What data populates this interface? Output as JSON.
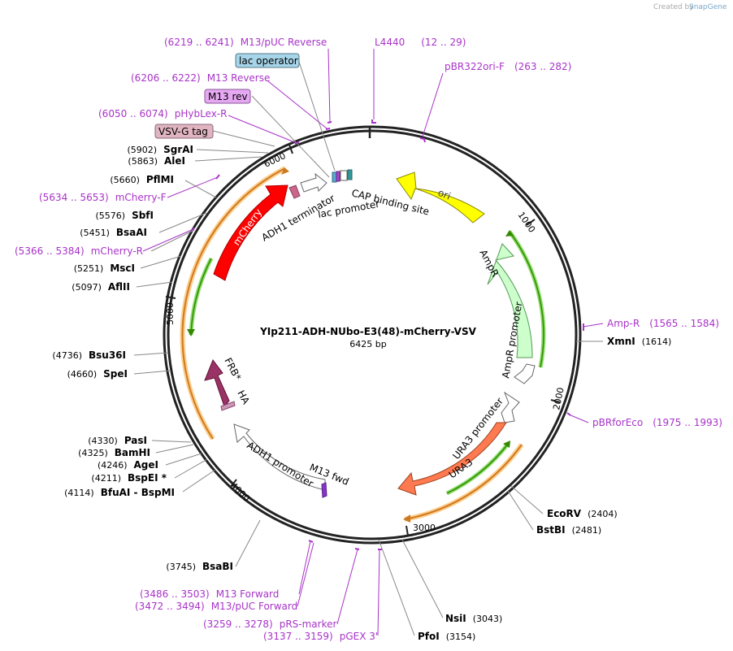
{
  "credit": {
    "prefix": "Created by",
    "brand": "SnapGene"
  },
  "plasmid": {
    "name": "YIp211-ADH-NUbo-E3(48)-mCherry-VSV",
    "size": "6425 bp"
  },
  "ticks": [
    "1000",
    "2000",
    "3000",
    "4000",
    "5000",
    "6000"
  ],
  "features": {
    "ori": "ori",
    "ampr": "AmpR",
    "ampr_promoter": "AmpR promoter",
    "ura3_promoter": "URA3 promoter",
    "ura3": "URA3",
    "adh1_promoter": "ADH1 promoter",
    "m13_fwd": "M13 fwd",
    "frb": "FRB*",
    "ha": "HA",
    "mcherry": "mCherry",
    "adh1_terminator": "ADH1 terminator",
    "lac_promoter": "lac promoter",
    "cap_site": "CAP binding site"
  },
  "boxes": {
    "lac_operator": "lac operator",
    "m13_rev": "M13 rev",
    "vsvg": "VSV-G tag"
  },
  "enzymes": [
    {
      "name": "XmnI",
      "pos": "(1614)"
    },
    {
      "name": "EcoRV",
      "pos": "(2404)"
    },
    {
      "name": "BstBI",
      "pos": "(2481)"
    },
    {
      "name": "NsiI",
      "pos": "(3043)"
    },
    {
      "name": "PfoI",
      "pos": "(3154)"
    },
    {
      "name": "BsaBI",
      "pos": "(3745)"
    },
    {
      "name": "BfuAI  -  BspMI",
      "pos": "(4114)"
    },
    {
      "name": "BspEI *",
      "pos": "(4211)"
    },
    {
      "name": "AgeI",
      "pos": "(4246)"
    },
    {
      "name": "BamHI",
      "pos": "(4325)"
    },
    {
      "name": "PasI",
      "pos": "(4330)"
    },
    {
      "name": "SpeI",
      "pos": "(4660)"
    },
    {
      "name": "Bsu36I",
      "pos": "(4736)"
    },
    {
      "name": "AflII",
      "pos": "(5097)"
    },
    {
      "name": "MscI",
      "pos": "(5251)"
    },
    {
      "name": "BsaAI",
      "pos": "(5451)"
    },
    {
      "name": "SbfI",
      "pos": "(5576)"
    },
    {
      "name": "PflMI",
      "pos": "(5660)"
    },
    {
      "name": "AleI",
      "pos": "(5863)"
    },
    {
      "name": "SgrAI",
      "pos": "(5902)"
    }
  ],
  "primers": [
    {
      "name": "M13/pUC Reverse",
      "pos": "(6219 .. 6241)"
    },
    {
      "name": "L4440",
      "pos": "(12 .. 29)"
    },
    {
      "name": "pBR322ori-F",
      "pos": "(263 .. 282)"
    },
    {
      "name": "M13 Reverse",
      "pos": "(6206 .. 6222)"
    },
    {
      "name": "pHybLex-R",
      "pos": "(6050 .. 6074)"
    },
    {
      "name": "mCherry-F",
      "pos": "(5634 .. 5653)"
    },
    {
      "name": "mCherry-R",
      "pos": "(5366 .. 5384)"
    },
    {
      "name": "Amp-R",
      "pos": "(1565 .. 1584)"
    },
    {
      "name": "pBRforEco",
      "pos": "(1975 .. 1993)"
    },
    {
      "name": "M13 Forward",
      "pos": "(3486 .. 3503)"
    },
    {
      "name": "M13/pUC Forward",
      "pos": "(3472 .. 3494)"
    },
    {
      "name": "pRS-marker",
      "pos": "(3259 .. 3278)"
    },
    {
      "name": "pGEX 3'",
      "pos": "(3137 .. 3159)"
    }
  ],
  "colors": {
    "backbone": "#222222",
    "primer": "#a833c9",
    "ori": "#ffff00",
    "ampr": "#ccffcc",
    "ura3": "#ff7a50",
    "mcherry": "#ff0000",
    "frb": "#993366",
    "orf_arc": "#ffaa33",
    "orf_green": "#33aa00",
    "lac_operator_box": "#a6d4e8",
    "m13_rev_box": "#e6a8f2",
    "vsvg_box": "#e0b4c0"
  }
}
